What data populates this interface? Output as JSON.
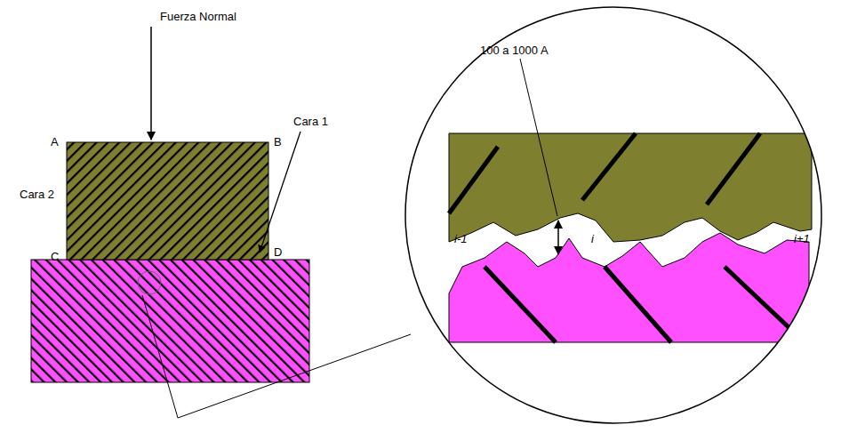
{
  "diagram": {
    "labels": [
      "Fuerza Normal",
      "A",
      "B",
      "Cara 2",
      "Cara 1",
      "C",
      "D",
      "100 a 1000 A",
      "i-1",
      "i",
      "i+1"
    ]
  }
}
